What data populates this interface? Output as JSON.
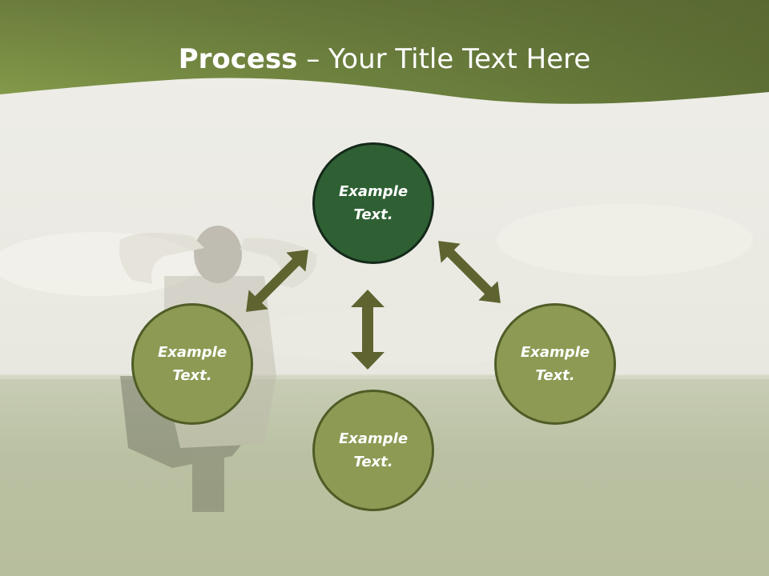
{
  "title": {
    "bold": "Process",
    "rest": " – Your Title Text Here"
  },
  "nodes": {
    "top": "Example\nText.",
    "left": "Example\nText.",
    "right": "Example\nText.",
    "bottom": "Example\nText."
  },
  "colors": {
    "header_green": "#7d9047",
    "node_fill": "#8c9a54",
    "node_center_fill": "#2f6034",
    "arrow": "#5f6330"
  }
}
